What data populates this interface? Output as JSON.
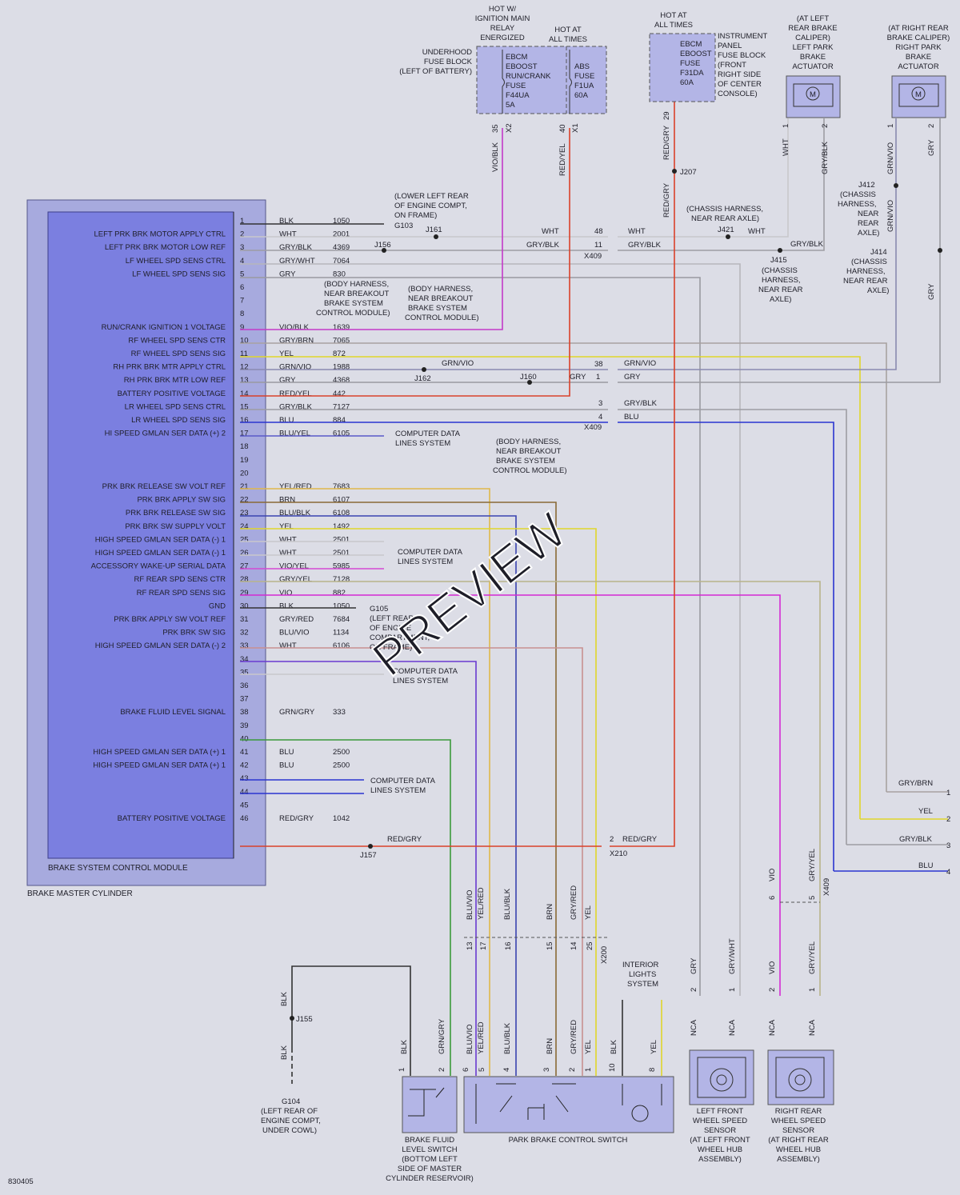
{
  "diagram_id": "830405",
  "watermark": "PREVIEW",
  "module": {
    "title": "BRAKE SYSTEM CONTROL MODULE",
    "outer_title": "BRAKE MASTER CYLINDER",
    "pins": [
      {
        "n": "1",
        "label": "",
        "color": "BLK",
        "circuit": "1050"
      },
      {
        "n": "2",
        "label": "LEFT PRK BRK MOTOR APPLY CTRL",
        "color": "WHT",
        "circuit": "2001"
      },
      {
        "n": "3",
        "label": "LEFT PRK BRK MOTOR LOW REF",
        "color": "GRY/BLK",
        "circuit": "4369"
      },
      {
        "n": "4",
        "label": "LF WHEEL SPD SENS CTRL",
        "color": "GRY/WHT",
        "circuit": "7064"
      },
      {
        "n": "5",
        "label": "LF WHEEL SPD SENS SIG",
        "color": "GRY",
        "circuit": "830"
      },
      {
        "n": "6",
        "label": "",
        "color": "",
        "circuit": ""
      },
      {
        "n": "7",
        "label": "",
        "color": "",
        "circuit": ""
      },
      {
        "n": "8",
        "label": "",
        "color": "",
        "circuit": ""
      },
      {
        "n": "9",
        "label": "RUN/CRANK IGNITION 1 VOLTAGE",
        "color": "VIO/BLK",
        "circuit": "1639"
      },
      {
        "n": "10",
        "label": "RF WHEEL SPD SENS CTR",
        "color": "GRY/BRN",
        "circuit": "7065"
      },
      {
        "n": "11",
        "label": "RF WHEEL SPD SENS SIG",
        "color": "YEL",
        "circuit": "872"
      },
      {
        "n": "12",
        "label": "RH PRK BRK MTR APPLY CTRL",
        "color": "GRN/VIO",
        "circuit": "1988"
      },
      {
        "n": "13",
        "label": "RH PRK BRK MTR LOW REF",
        "color": "GRY",
        "circuit": "4368"
      },
      {
        "n": "14",
        "label": "BATTERY POSITIVE VOLTAGE",
        "color": "RED/YEL",
        "circuit": "442"
      },
      {
        "n": "15",
        "label": "LR WHEEL SPD SENS CTRL",
        "color": "GRY/BLK",
        "circuit": "7127"
      },
      {
        "n": "16",
        "label": "LR WHEEL SPD SENS SIG",
        "color": "BLU",
        "circuit": "884"
      },
      {
        "n": "17",
        "label": "HI SPEED GMLAN SER DATA (+) 2",
        "color": "BLU/YEL",
        "circuit": "6105"
      },
      {
        "n": "18",
        "label": "",
        "color": "",
        "circuit": ""
      },
      {
        "n": "19",
        "label": "",
        "color": "",
        "circuit": ""
      },
      {
        "n": "20",
        "label": "",
        "color": "",
        "circuit": ""
      },
      {
        "n": "21",
        "label": "PRK BRK RELEASE SW VOLT REF",
        "color": "YEL/RED",
        "circuit": "7683"
      },
      {
        "n": "22",
        "label": "PRK BRK APPLY SW SIG",
        "color": "BRN",
        "circuit": "6107"
      },
      {
        "n": "23",
        "label": "PRK BRK RELEASE SW SIG",
        "color": "BLU/BLK",
        "circuit": "6108"
      },
      {
        "n": "24",
        "label": "PRK BRK SW SUPPLY VOLT",
        "color": "YEL",
        "circuit": "1492"
      },
      {
        "n": "25",
        "label": "HIGH SPEED GMLAN SER DATA (-) 1",
        "color": "WHT",
        "circuit": "2501"
      },
      {
        "n": "26",
        "label": "HIGH SPEED GMLAN SER DATA (-) 1",
        "color": "WHT",
        "circuit": "2501"
      },
      {
        "n": "27",
        "label": "ACCESSORY WAKE-UP SERIAL DATA",
        "color": "VIO/YEL",
        "circuit": "5985"
      },
      {
        "n": "28",
        "label": "RF REAR SPD SENS CTR",
        "color": "GRY/YEL",
        "circuit": "7128"
      },
      {
        "n": "29",
        "label": "RF REAR SPD SENS SIG",
        "color": "VIO",
        "circuit": "882"
      },
      {
        "n": "30",
        "label": "GND",
        "color": "BLK",
        "circuit": "1050"
      },
      {
        "n": "31",
        "label": "PRK BRK APPLY SW VOLT REF",
        "color": "GRY/RED",
        "circuit": "7684"
      },
      {
        "n": "32",
        "label": "PRK BRK SW SIG",
        "color": "BLU/VIO",
        "circuit": "1134"
      },
      {
        "n": "33",
        "label": "HIGH SPEED GMLAN SER DATA (-) 2",
        "color": "WHT",
        "circuit": "6106"
      },
      {
        "n": "34",
        "label": "",
        "color": "",
        "circuit": ""
      },
      {
        "n": "35",
        "label": "",
        "color": "",
        "circuit": ""
      },
      {
        "n": "36",
        "label": "",
        "color": "",
        "circuit": ""
      },
      {
        "n": "37",
        "label": "",
        "color": "",
        "circuit": ""
      },
      {
        "n": "38",
        "label": "BRAKE FLUID LEVEL SIGNAL",
        "color": "GRN/GRY",
        "circuit": "333"
      },
      {
        "n": "39",
        "label": "",
        "color": "",
        "circuit": ""
      },
      {
        "n": "40",
        "label": "",
        "color": "",
        "circuit": ""
      },
      {
        "n": "41",
        "label": "HIGH SPEED GMLAN SER DATA (+) 1",
        "color": "BLU",
        "circuit": "2500"
      },
      {
        "n": "42",
        "label": "HIGH SPEED GMLAN SER DATA (+) 1",
        "color": "BLU",
        "circuit": "2500"
      },
      {
        "n": "43",
        "label": "",
        "color": "",
        "circuit": ""
      },
      {
        "n": "44",
        "label": "",
        "color": "",
        "circuit": ""
      },
      {
        "n": "45",
        "label": "",
        "color": "",
        "circuit": ""
      },
      {
        "n": "46",
        "label": "BATTERY POSITIVE VOLTAGE",
        "color": "RED/GRY",
        "circuit": "1042"
      }
    ]
  },
  "fuse_blocks": {
    "underhood": {
      "label": [
        "UNDERHOOD",
        "FUSE BLOCK",
        "(LEFT OF BATTERY)"
      ],
      "hot1": [
        "HOT W/",
        "IGNITION MAIN",
        "RELAY",
        "ENERGIZED"
      ],
      "hot2": [
        "HOT AT",
        "ALL TIMES"
      ],
      "fuse1": [
        "EBCM",
        "EBOOST",
        "RUN/CRANK",
        "FUSE",
        "F44UA",
        "5A"
      ],
      "fuse2": [
        "ABS",
        "FUSE",
        "F1UA",
        "60A"
      ],
      "pin1": "35",
      "conn1": "X2",
      "pin2": "40",
      "conn2": "X1"
    },
    "instrument": {
      "hot": [
        "HOT AT",
        "ALL TIMES"
      ],
      "fuse": [
        "EBCM",
        "EBOOST",
        "FUSE",
        "F31DA",
        "60A"
      ],
      "label": [
        "INSTRUMENT",
        "PANEL",
        "FUSE BLOCK",
        "(FRONT",
        "RIGHT SIDE",
        "OF CENTER",
        "CONSOLE)"
      ],
      "pin": "29"
    }
  },
  "actuators": {
    "left": {
      "label": [
        "(AT LEFT",
        "REAR BRAKE",
        "CALIPER)",
        "LEFT PARK",
        "BRAKE",
        "ACTUATOR"
      ],
      "pin1": "1",
      "pin2": "2",
      "wire1": "WHT",
      "wire2": "GRY/BLK"
    },
    "right": {
      "label": [
        "(AT RIGHT REAR",
        "BRAKE CALIPER)",
        "RIGHT PARK",
        "BRAKE",
        "ACTUATOR"
      ],
      "pin1": "1",
      "pin2": "2",
      "wire1": "GRN/VIO",
      "wire2": "GRY"
    }
  },
  "notes": {
    "g103": [
      "(LOWER LEFT REAR",
      "OF ENGINE COMPT,",
      "ON FRAME)"
    ],
    "g103_id": "G103",
    "j161": "J161",
    "j156": "J156",
    "j162": "J162",
    "j160": "J160",
    "j157": "J157",
    "j207": "J207",
    "j421": "J421",
    "j415": "J415",
    "j412": "J412",
    "j414": "J414",
    "body_harness1": [
      "(BODY HARNESS,",
      "NEAR BREAKOUT",
      "BRAKE SYSTEM",
      "CONTROL MODULE)"
    ],
    "body_harness2": [
      "(BODY HARNESS,",
      "NEAR BREAKOUT",
      "BRAKE SYSTEM",
      "CONTROL MODULE)"
    ],
    "body_harness3": [
      "(BODY HARNESS,",
      "NEAR BREAKOUT",
      "BRAKE SYSTEM",
      "CONTROL MODULE)"
    ],
    "chassis_j421": [
      "(CHASSIS HARNESS,",
      "NEAR REAR AXLE)"
    ],
    "chassis_j415": [
      "(CHASSIS",
      "HARNESS,",
      "NEAR REAR",
      "AXLE)"
    ],
    "chassis_j412": [
      "(CHASSIS",
      "HARNESS,",
      "NEAR",
      "REAR",
      "AXLE)"
    ],
    "chassis_j414": [
      "(CHASSIS",
      "HARNESS,",
      "NEAR REAR",
      "AXLE)"
    ],
    "computer_data": [
      "COMPUTER DATA",
      "LINES SYSTEM"
    ],
    "g105_id": "G105",
    "g105": [
      "(LEFT REAR",
      "OF ENGINE",
      "COMPARTMENT,",
      "ON FRAME)"
    ],
    "x409": "X409",
    "x210": "X210",
    "x200": "X200",
    "interior": [
      "INTERIOR",
      "LIGHTS",
      "SYSTEM"
    ],
    "j155": "J155",
    "g104": [
      "G104",
      "(LEFT REAR OF",
      "ENGINE COMPT,",
      "UNDER COWL)"
    ]
  },
  "right_edge_conn": [
    {
      "pin": "1",
      "color": "GRY/BRN"
    },
    {
      "pin": "2",
      "color": "YEL"
    },
    {
      "pin": "3",
      "color": "GRY/BLK"
    },
    {
      "pin": "4",
      "color": "BLU"
    }
  ],
  "bottom": {
    "fluid_switch": [
      "BRAKE FLUID",
      "LEVEL SWITCH",
      "(BOTTOM LEFT",
      "SIDE OF MASTER",
      "CYLINDER RESERVOIR)"
    ],
    "park_switch": "PARK BRAKE CONTROL SWITCH",
    "lf_sensor": [
      "LEFT FRONT",
      "WHEEL SPEED",
      "SENSOR",
      "(AT LEFT FRONT",
      "WHEEL HUB",
      "ASSEMBLY)"
    ],
    "rr_sensor": [
      "RIGHT REAR",
      "WHEEL SPEED",
      "SENSOR",
      "(AT RIGHT REAR",
      "WHEEL HUB",
      "ASSEMBLY)"
    ],
    "nca": "NCA"
  },
  "colors": {
    "module_fill": "#7b7fe0",
    "block_fill": "#b3b5e6",
    "background": "#dcdde6",
    "wire_vio": "#d42ad4",
    "wire_red": "#d9412a",
    "wire_yel": "#e0d62a",
    "wire_blu": "#2a34d0",
    "wire_brn": "#8a6a36",
    "wire_grn": "#3a9a3a",
    "wire_gry": "#9a9aa0"
  }
}
